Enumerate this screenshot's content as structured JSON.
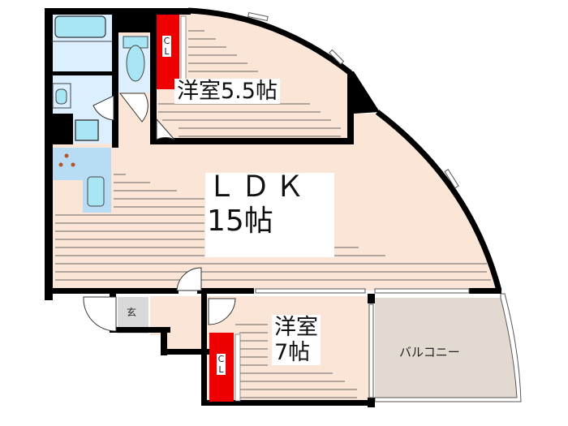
{
  "floor_plan": {
    "rooms": [
      {
        "id": "ldk",
        "name": "ＬＤＫ",
        "size": "15帖"
      },
      {
        "id": "western_room_1",
        "name": "洋室",
        "size": "5.5帖",
        "label": "洋室5.5帖"
      },
      {
        "id": "western_room_2",
        "name": "洋室",
        "size": "7帖"
      },
      {
        "id": "balcony",
        "name": "バルコニー"
      },
      {
        "id": "entrance",
        "name": "玄"
      }
    ],
    "closets": [
      {
        "id": "closet_1",
        "label_line1": "C",
        "label_line2": "L"
      },
      {
        "id": "closet_2",
        "label_line1": "C",
        "label_line2": "L"
      }
    ],
    "fixtures": [
      "bathtub",
      "washbasin",
      "washing-machine",
      "toilet",
      "kitchen-stove",
      "kitchen-sink"
    ]
  },
  "colors": {
    "wall": "#000000",
    "floor_wood": "#fbe5d6",
    "floor_wet": "#dcefff",
    "fixture": "#a9e6f5",
    "closet": "#ee0000",
    "balcony": "#e2d9d1",
    "entrance": "#d9d9d9",
    "floor_lines": "#555555"
  }
}
